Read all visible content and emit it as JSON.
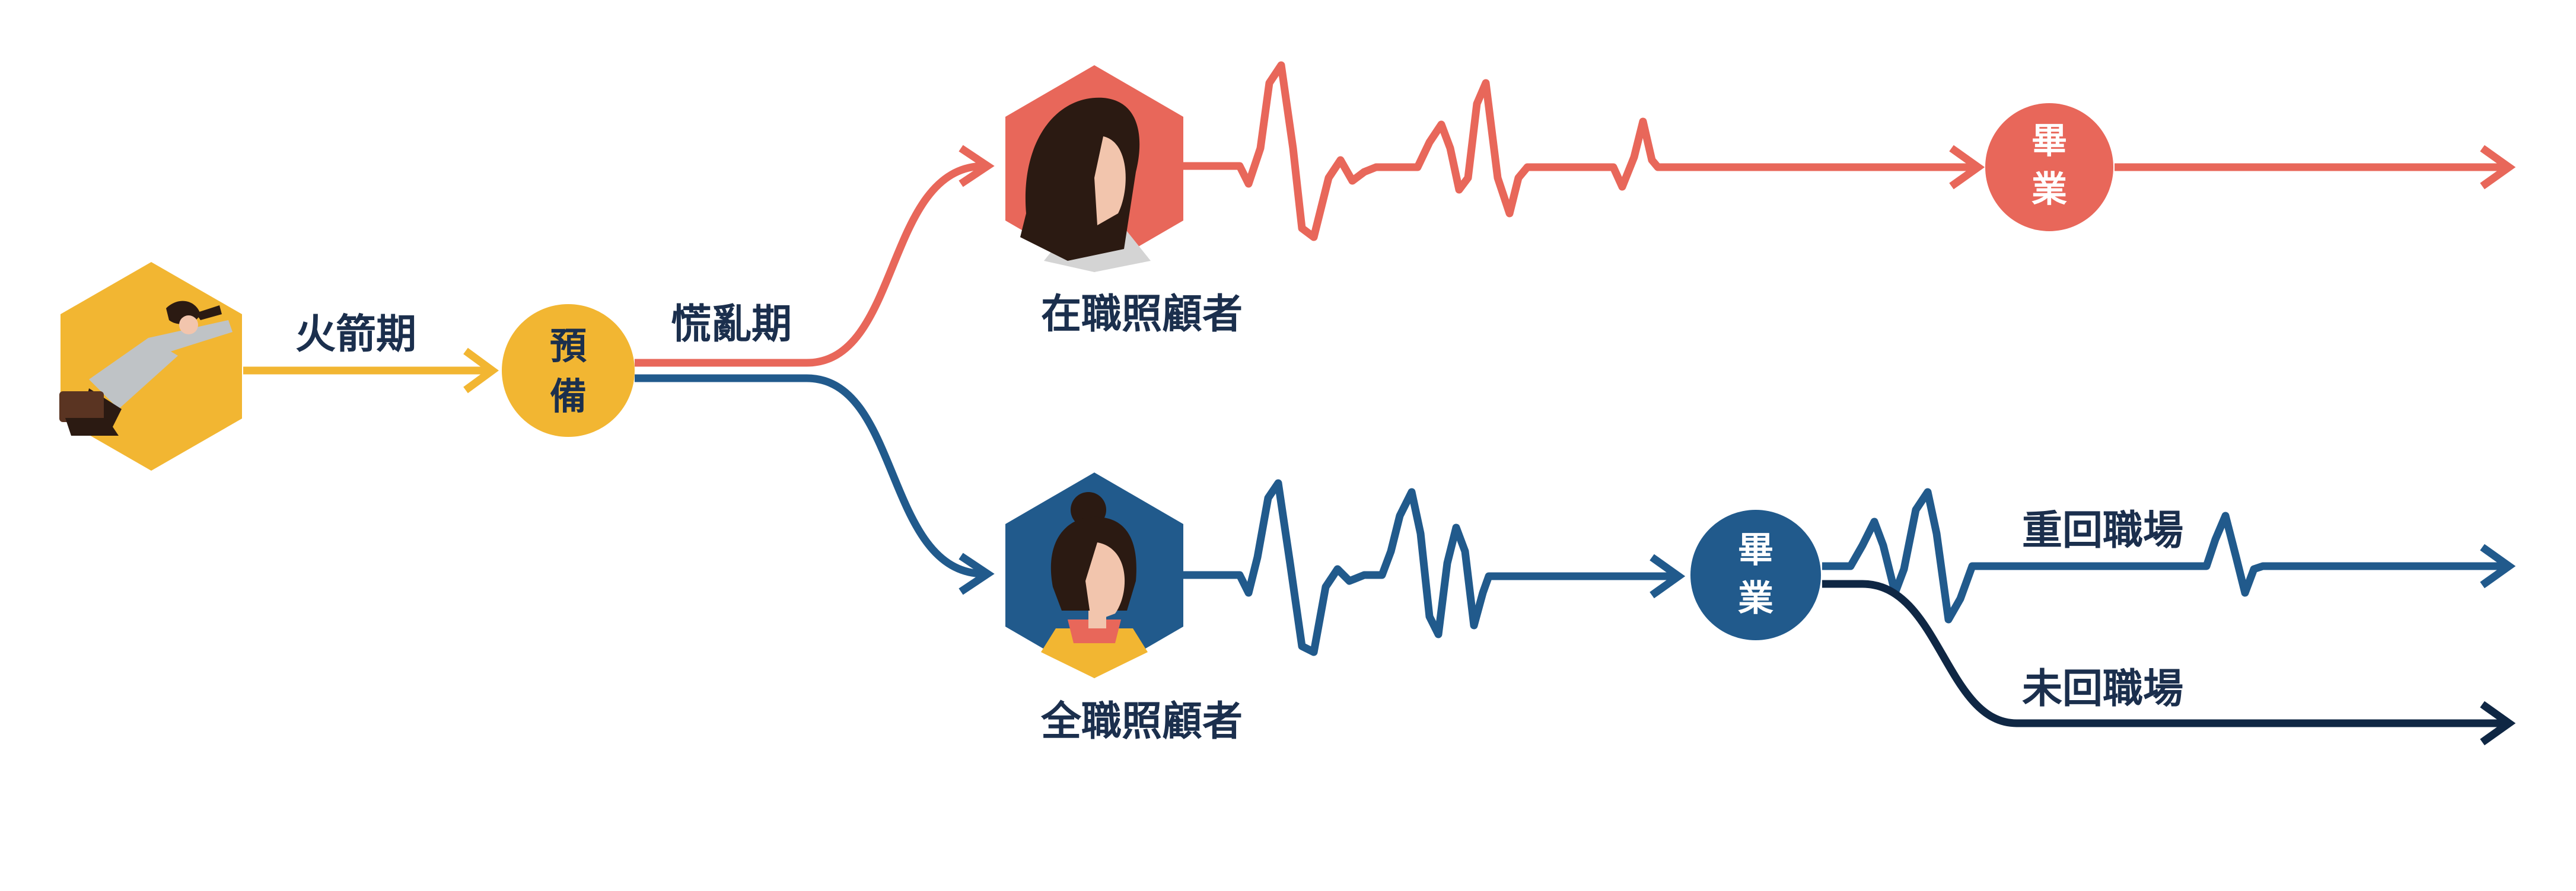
{
  "colors": {
    "yellow": "#f2b632",
    "red": "#e8675a",
    "blue": "#215a8c",
    "navy": "#0f2744",
    "text": "#1b2f4d"
  },
  "icons": {
    "start": "person-leaping-with-briefcase-icon",
    "working": "woman-long-hair-portrait-icon",
    "fulltime": "woman-hair-bun-portrait-icon"
  },
  "stages": {
    "rocket_label": "火箭期",
    "prepare_line1": "預",
    "prepare_line2": "備",
    "panic_label": "慌亂期"
  },
  "working_caregiver": {
    "label": "在職照顧者",
    "graduate_line1": "畢",
    "graduate_line2": "業"
  },
  "fulltime_caregiver": {
    "label": "全職照顧者",
    "graduate_line1": "畢",
    "graduate_line2": "業",
    "return_label": "重回職場",
    "not_return_label": "未回職場"
  }
}
